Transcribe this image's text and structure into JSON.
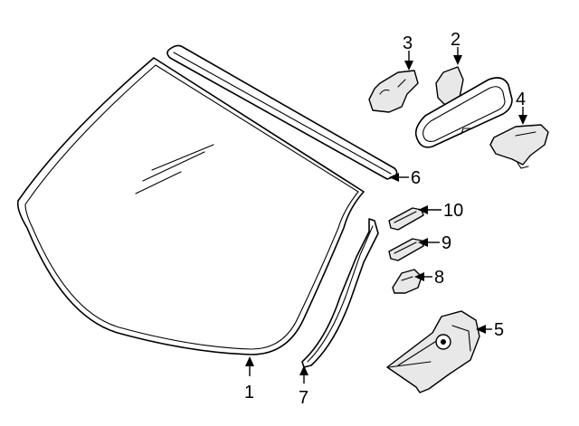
{
  "callouts": {
    "c1": "1",
    "c2": "2",
    "c3": "3",
    "c4": "4",
    "c5": "5",
    "c6": "6",
    "c7": "7",
    "c8": "8",
    "c9": "9",
    "c10": "10"
  },
  "colors": {
    "line": "#000000",
    "background": "#ffffff",
    "shade": "#e8e8e8"
  }
}
